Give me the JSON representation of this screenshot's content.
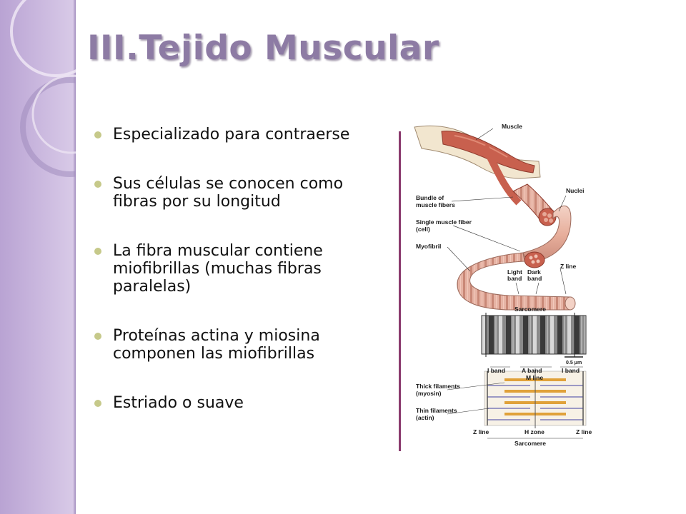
{
  "slide": {
    "title": "III.Tejido Muscular",
    "bullets": [
      "Especializado para contraerse",
      "Sus células se conocen como fibras por su longitud",
      "La fibra muscular contiene miofibrillas (muchas fibras paralelas)",
      "Proteínas actina y miosina componen las miofibrillas",
      "Estriado o suave"
    ]
  },
  "figure": {
    "labels": {
      "muscle": "Muscle",
      "nuclei": "Nuclei",
      "bundle1": "Bundle of",
      "bundle2": "muscle fibers",
      "single1": "Single muscle fiber",
      "single2": "(cell)",
      "myofibril": "Myofibril",
      "light1": "Light",
      "light2": "band",
      "dark1": "Dark",
      "dark2": "band",
      "zline_top": "Z line",
      "sarcomere_top": "Sarcomere",
      "scale": "0.5 μm",
      "iband_left": "I band",
      "aband": "A band",
      "iband_right": "I band",
      "mline": "M line",
      "thick1": "Thick filaments",
      "thick2": "(myosin)",
      "thin1": "Thin filaments",
      "thin2": "(actin)",
      "zline_left": "Z line",
      "hzone": "H zone",
      "zline_right": "Z line",
      "sarcomere_bottom": "Sarcomere"
    },
    "colors": {
      "muscle": "#c8604e",
      "fiber": "#e9b6a6",
      "thick": "#e0a13a",
      "thin": "#7d7ab8"
    }
  }
}
